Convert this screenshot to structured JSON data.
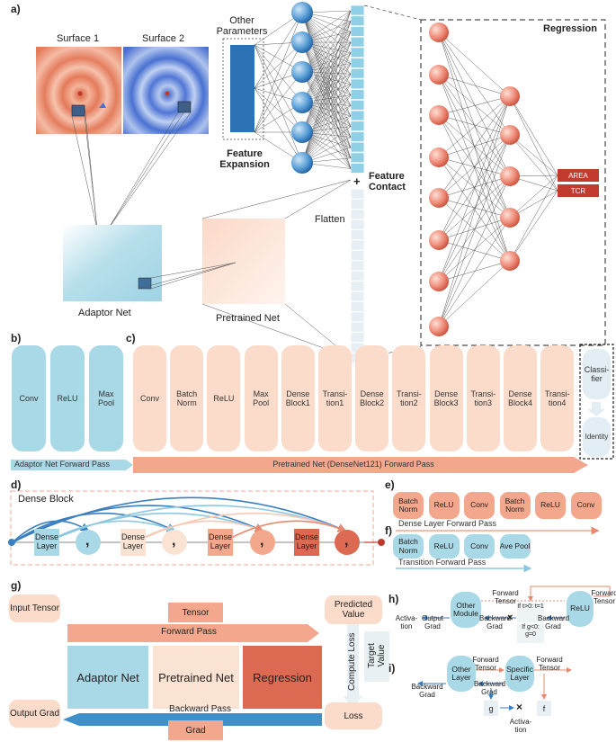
{
  "panel_a": {
    "label": "a)",
    "surface1": "Surface 1",
    "surface2": "Surface 2",
    "other_parameters": "Other Parameters",
    "feature_expansion": "Feature Expansion",
    "feature_contact": "Feature Contact",
    "flatten": "Flatten",
    "adaptor_net": "Adaptor Net",
    "pretrained_net": "Pretrained Net",
    "regression": "Regression",
    "outputs": [
      "AREA",
      "TCR"
    ],
    "plus": "+"
  },
  "panel_b": {
    "label": "b)",
    "layers": [
      "Conv",
      "ReLU",
      "Max Pool"
    ],
    "arrow": "Adaptor Net Forward Pass"
  },
  "panel_c": {
    "label": "c)",
    "layers": [
      "Conv",
      "Batch Norm",
      "ReLU",
      "Max Pool",
      "Dense Block1",
      "Transi-tion1",
      "Dense Block2",
      "Transi-tion2",
      "Dense Block3",
      "Transi-tion3",
      "Dense Block4",
      "Transi-tion4"
    ],
    "classifier": "Classi-fier",
    "identity": "Identity",
    "arrow": "Pretrained Net (DenseNet121) Forward Pass"
  },
  "panel_d": {
    "label": "d)",
    "title": "Dense Block",
    "layer": "Dense Layer",
    "comma": ","
  },
  "panel_e": {
    "label": "e)",
    "layers": [
      "Batch Norm",
      "ReLU",
      "Conv",
      "Batch Norm",
      "ReLU",
      "Conv"
    ],
    "arrow": "Dense Layer Forward Pass"
  },
  "panel_f": {
    "label": "f)",
    "layers": [
      "Batch Norm",
      "ReLU",
      "Conv",
      "Ave Pool"
    ],
    "arrow": "Transition Forward Pass"
  },
  "panel_g": {
    "label": "g)",
    "input_tensor": "Input Tensor",
    "tensor": "Tensor",
    "forward_pass": "Forward Pass",
    "predicted_value": "Predicted Value",
    "adaptor_net": "Adaptor Net",
    "pretrained_net": "Pretrained Net",
    "regression": "Regression",
    "compute_loss": "Compute Loss",
    "target_value": "Target Value",
    "output_grad": "Output Grad",
    "backward_pass": "Backward Pass",
    "grad": "Grad",
    "loss": "Loss"
  },
  "panel_h": {
    "label": "h)",
    "other_module": "Other Module",
    "relu": "ReLU",
    "forward_tensor_1": "Forward Tensor",
    "forward_tensor_2": "Forward Tensor",
    "cond1": "If t>0: t=1",
    "cond2": "If g<0: g=0",
    "activation": "Activa-tion",
    "output_grad": "Output Grad",
    "backward_grad_1": "Backward Grad",
    "backward_grad_2": "Backward Grad",
    "times": "×"
  },
  "panel_i": {
    "label": "i)",
    "other_layer": "Other Layer",
    "specific_layer": "Specific Layer",
    "forward_tensor_1": "Forward Tensor",
    "forward_tensor_2": "Forward Tensor",
    "backward_grad_1": "Backward Grad",
    "backward_grad_2": "Backward Grad",
    "g": "g",
    "f": "f",
    "activation": "Activa-tion",
    "times": "×"
  },
  "colors": {
    "blue": "#a9d8e6",
    "orange": "#fbdccb",
    "red": "#dc6a52",
    "node_blue": "#3a86c8",
    "node_red": "#e8705c"
  }
}
